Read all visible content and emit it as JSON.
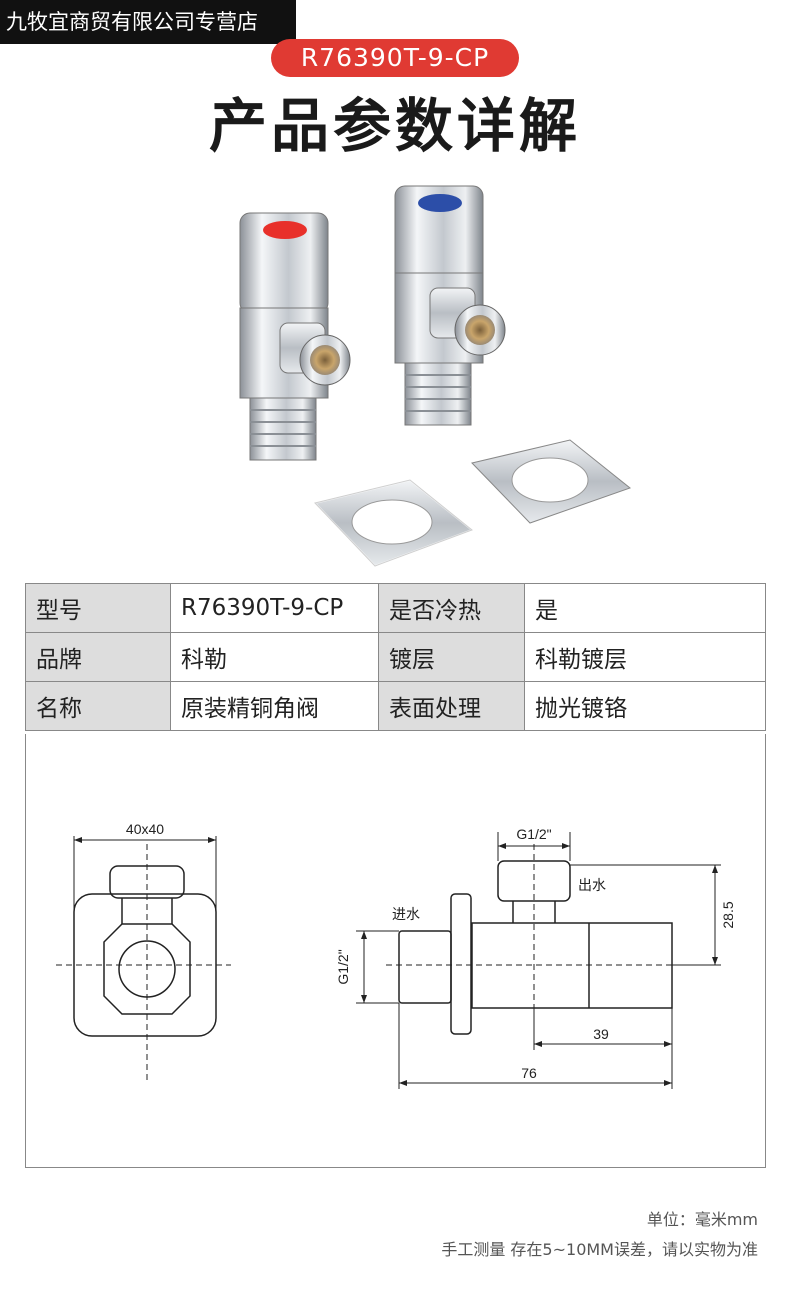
{
  "store_name": "九牧宜商贸有限公司专营店",
  "model_badge": "R76390T-9-CP",
  "page_title": "产品参数详解",
  "params": [
    {
      "k1": "型号",
      "v1": "R76390T-9-CP",
      "k2": "是否冷热",
      "v2": "是"
    },
    {
      "k1": "品牌",
      "v1": "科勒",
      "k2": "镀层",
      "v2": "科勒镀层"
    },
    {
      "k1": "名称",
      "v1": "原装精铜角阀",
      "k2": "表面处理",
      "v2": "抛光镀铬"
    }
  ],
  "drawing": {
    "front_width": "40x40",
    "outlet_thread": "G1/2\"",
    "outlet_label": "出水",
    "inlet_label": "进水",
    "inlet_thread": "G1/2\"",
    "height_dim": "28.5",
    "dim_body": "39",
    "dim_total": "76"
  },
  "notes": {
    "unit": "单位：毫米mm",
    "disclaimer": "手工测量 存在5~10MM误差，请以实物为准"
  },
  "colors": {
    "accent": "#e03a33",
    "hot_cap": "#e8302a",
    "cold_cap": "#2c4ea8"
  }
}
